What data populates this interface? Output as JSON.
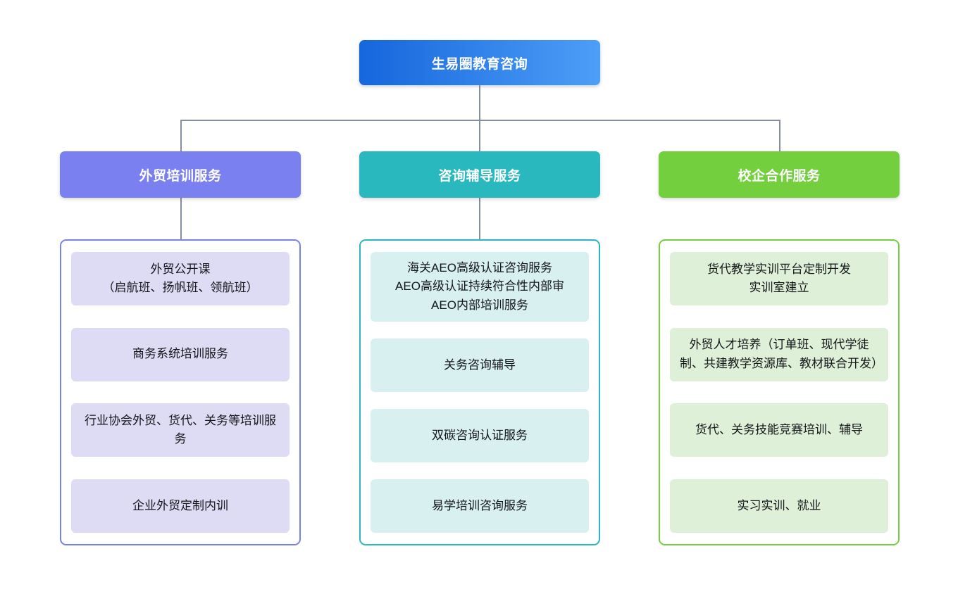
{
  "root": {
    "label": "生易圈教育咨询"
  },
  "branches": [
    {
      "label": "外贸培训服务",
      "items": [
        "外贸公开课\n（启航班、扬帆班、领航班）",
        "商务系统培训服务",
        "行业协会外贸、货代、关务等培训服务",
        "企业外贸定制内训"
      ]
    },
    {
      "label": "咨询辅导服务",
      "items": [
        "海关AEO高级认证咨询服务\nAEO高级认证持续符合性内部审\nAEO内部培训服务",
        "关务咨询辅导",
        "双碳咨询认证服务",
        "易学培训咨询服务"
      ]
    },
    {
      "label": "校企合作服务",
      "items": [
        "货代教学实训平台定制开发\n实训室建立",
        "外贸人才培养（订单班、现代学徒制、共建教学资源库、教材联合开发）",
        "货代、关务技能竞赛培训、辅导",
        "实习实训、就业"
      ]
    }
  ],
  "colors": {
    "root-a": "#1666dd",
    "root-b": "#4d9ef7",
    "branch1": "#7b80f0",
    "branch1-item": "#dedcf5",
    "branch2": "#29b8bd",
    "branch2-item": "#d9f0f1",
    "branch3": "#74cf3e",
    "bran3-item-placeholder": "#def0d8",
    "branch3-item": "#def0d8",
    "connector": "#848e9c",
    "item-text": "#14161a",
    "header-text": "#ffffff",
    "page-bg": "#ffffff"
  }
}
